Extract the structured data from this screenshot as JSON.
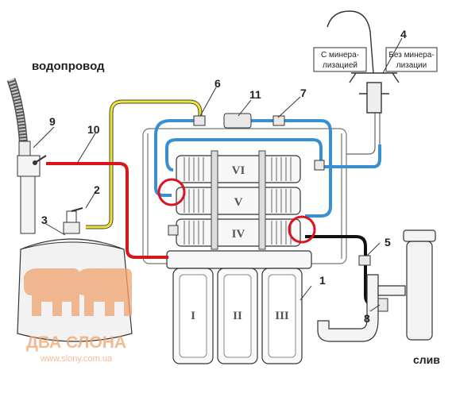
{
  "labels": {
    "water_supply": "водопровод",
    "drain": "слив",
    "with_mineralization": "С минера-\nлизацией",
    "with_mineralization_l1": "С минера-",
    "with_mineralization_l2": "лизацией",
    "without_mineralization_l1": "Без минера-",
    "without_mineralization_l2": "лизации"
  },
  "callouts": [
    "1",
    "2",
    "3",
    "4",
    "5",
    "6",
    "7",
    "8",
    "9",
    "10",
    "11"
  ],
  "stages": [
    "I",
    "II",
    "III",
    "IV",
    "V",
    "VI"
  ],
  "watermark": {
    "brand": "ДВА СЛОНА",
    "url": "www.slony.com.ua"
  },
  "colors": {
    "red_line": "#d8141c",
    "blue_line": "#3a8fd0",
    "yellow_line": "#f0e330",
    "black_line": "#111111",
    "highlight_circle": "#d8141c",
    "watermark": "#f0a36e"
  }
}
